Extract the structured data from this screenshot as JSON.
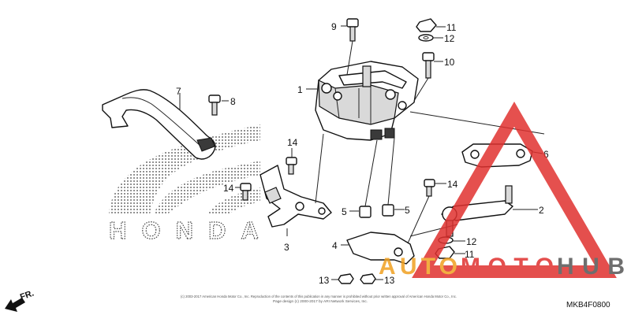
{
  "callouts": {
    "c1": "1",
    "c2": "2",
    "c3": "3",
    "c4": "4",
    "c5a": "5",
    "c5b": "5",
    "c6": "6",
    "c7": "7",
    "c8": "8",
    "c9": "9",
    "c10": "10",
    "c11a": "11",
    "c11b": "11",
    "c12a": "12",
    "c12b": "12",
    "c13a": "13",
    "c13b": "13",
    "c14a": "14",
    "c14b": "14",
    "c14c": "14"
  },
  "brand": {
    "honda": "HONDA"
  },
  "direction": {
    "label": "FR."
  },
  "diagram_code": "MKB4F0800",
  "copyright": {
    "line1": "(c) 2003-2017 American Honda Motor Co., Inc. Reproduction of the contents of this publication in any manner is prohibited without prior written approval of American Honda Motor Co., Inc.",
    "line2": "Page design (c) 2000-2017 by ARI Network Services, Inc."
  },
  "watermark": {
    "part1": "AUTO",
    "part2": "MOTO",
    "part3": "HUB",
    "color_red": "#e0312f",
    "color_orange": "#f0a020",
    "color_gray": "#555555"
  }
}
